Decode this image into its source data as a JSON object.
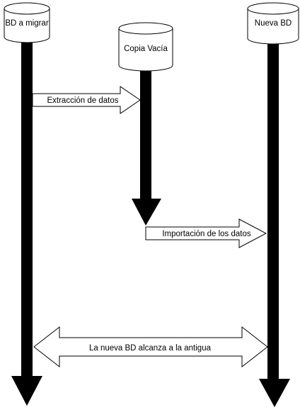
{
  "databases": [
    {
      "label": "BD a migrar"
    },
    {
      "label": "Copia Vacía"
    },
    {
      "label": "Nueva BD"
    }
  ],
  "arrows": [
    {
      "label": "Extracción de datos"
    },
    {
      "label": "Importación de los datos"
    },
    {
      "label": "La nueva BD alcanza a la antigua"
    }
  ],
  "colors": {
    "line": "#000000",
    "fill": "#ffffff",
    "text": "#000000"
  }
}
